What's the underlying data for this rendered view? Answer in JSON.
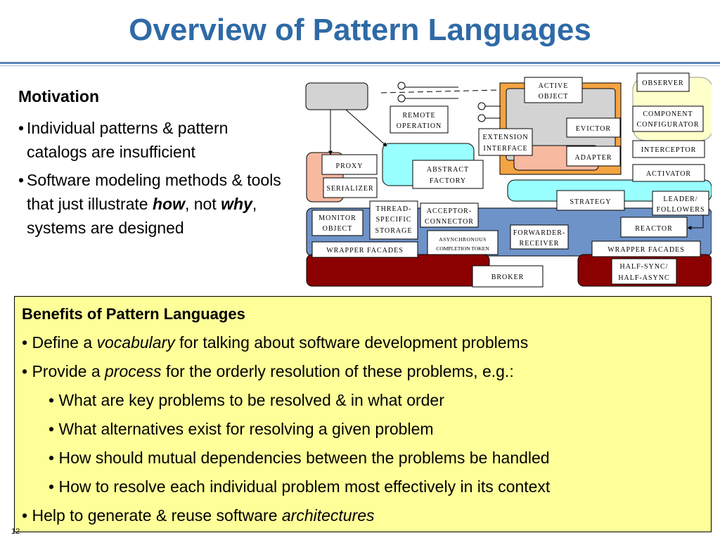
{
  "title": "Overview of Pattern Languages",
  "motivation": {
    "heading": "Motivation",
    "bullet1": "Individual patterns & pattern catalogs are insufficient",
    "bullet2_pre": "Software modeling methods & tools that just illustrate ",
    "bullet2_how": "how",
    "bullet2_mid": ", not ",
    "bullet2_why": "why",
    "bullet2_post": ", systems are designed"
  },
  "diagram": {
    "boxes": {
      "observer": "OBSERVER",
      "active_object_1": "ACTIVE",
      "active_object_2": "OBJECT",
      "remote_op_1": "REMOTE",
      "remote_op_2": "OPERATION",
      "component_conf_1": "COMPONENT",
      "component_conf_2": "CONFIGURATOR",
      "evictor": "EVICTOR",
      "extension_1": "EXTENSION",
      "extension_2": "INTERFACE",
      "interceptor": "INTERCEPTOR",
      "adapter": "ADAPTER",
      "proxy": "PROXY",
      "abstract_factory_1": "ABSTRACT",
      "abstract_factory_2": "FACTORY",
      "activator": "ACTIVATOR",
      "serializer": "SERIALIZER",
      "strategy": "STRATEGY",
      "leader_1": "LEADER/",
      "leader_2": "FOLLOWERS",
      "monitor_1": "MONITOR",
      "monitor_2": "OBJECT",
      "thread_1": "THREAD-",
      "thread_2": "SPECIFIC",
      "thread_3": "STORAGE",
      "acceptor_1": "ACCEPTOR-",
      "acceptor_2": "CONNECTOR",
      "reactor": "REACTOR",
      "forwarder_1": "FORWARDER-",
      "forwarder_2": "RECEIVER",
      "async_token_1": "ASYNCHRONOUS",
      "async_token_2": "COMPLETION TOKEN",
      "wrapper_left": "WRAPPER FACADES",
      "wrapper_right": "WRAPPER FACADES",
      "broker": "BROKER",
      "half_sync_1": "HALF-SYNC/",
      "half_sync_2": "HALF-ASYNC"
    },
    "colors": {
      "gray": "#d3d3d3",
      "orange": "#f5a443",
      "salmon": "#f7b9a0",
      "cyan": "#99ffff",
      "light_yellow": "#ffffcc",
      "blue": "#6e93c9",
      "dark_red": "#8b0000"
    }
  },
  "benefits": {
    "heading": "Benefits of Pattern Languages",
    "b1_pre": "Define a ",
    "b1_em": "vocabulary",
    "b1_post": " for talking about software development problems",
    "b2_pre": "Provide a ",
    "b2_em": "process",
    "b2_post": " for the orderly resolution of these problems, e.g.:",
    "sub1": "What are key problems to be resolved & in what order",
    "sub2": "What alternatives exist for resolving a given problem",
    "sub3": "How should mutual dependencies between the problems be handled",
    "sub4": "How to resolve each individual problem most effectively in its context",
    "b3_pre": "Help to generate & reuse software ",
    "b3_em": "architectures"
  },
  "page_number": "12"
}
